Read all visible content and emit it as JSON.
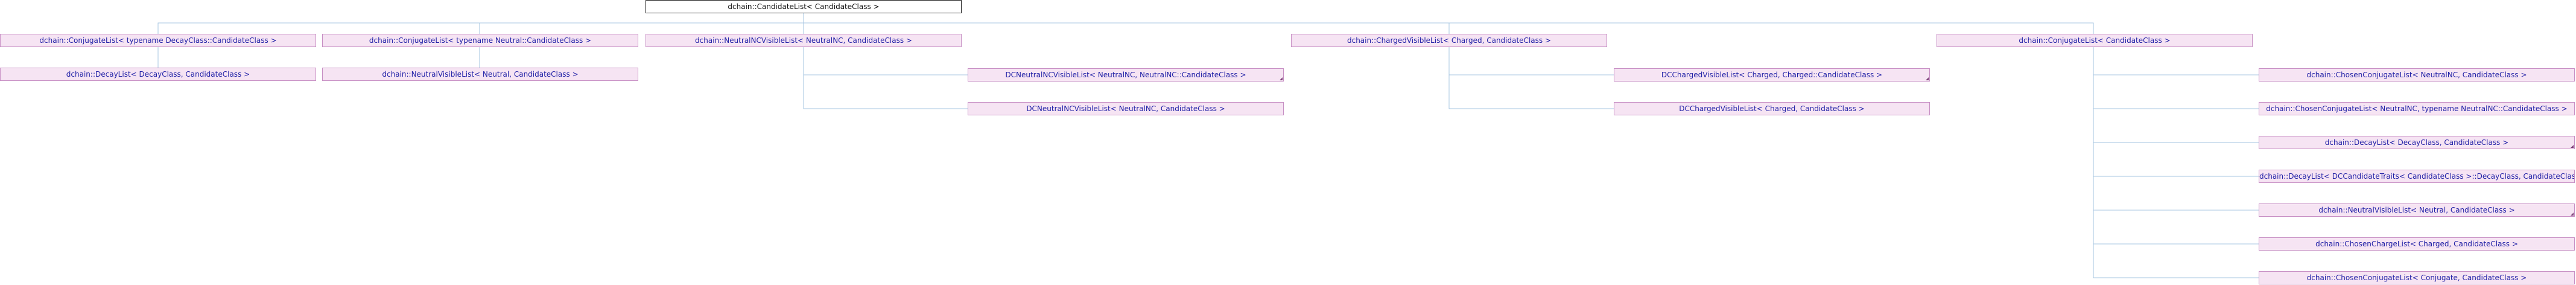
{
  "diagram": {
    "root": "dchain::CandidateList< CandidateClass >",
    "nodes": {
      "conj_decay": "dchain::ConjugateList< typename DecayClass::CandidateClass >",
      "decay": "dchain::DecayList< DecayClass, CandidateClass >",
      "conj_neutral": "dchain::ConjugateList< typename Neutral::CandidateClass >",
      "neutral_visible": "dchain::NeutralVisibleList< Neutral, CandidateClass >",
      "neutralnc_visible": "dchain::NeutralNCVisibleList< NeutralNC, CandidateClass >",
      "dc_neutralnc_visible_cc": "DCNeutralNCVisibleList< NeutralNC, NeutralNC::CandidateClass >",
      "dc_neutralnc_visible": "DCNeutralNCVisibleList< NeutralNC, CandidateClass >",
      "charged_visible": "dchain::ChargedVisibleList< Charged, CandidateClass >",
      "dc_charged_visible_cc": "DCChargedVisibleList< Charged, Charged::CandidateClass >",
      "dc_charged_visible": "DCChargedVisibleList< Charged, CandidateClass >",
      "conjugate": "dchain::ConjugateList< CandidateClass >",
      "chosen_conj_neutralnc": "dchain::ChosenConjugateList< NeutralNC, CandidateClass >",
      "chosen_conj_neutralnc_tn": "dchain::ChosenConjugateList< NeutralNC, typename NeutralNC::CandidateClass >",
      "decay_right": "dchain::DecayList< DecayClass, CandidateClass >",
      "decay_traits": "dchain::DecayList< DCCandidateTraits< CandidateClass >::DecayClass, CandidateClass >",
      "neutral_visible_right": "dchain::NeutralVisibleList< Neutral, CandidateClass >",
      "chosen_charge": "dchain::ChosenChargeList< Charged, CandidateClass >",
      "chosen_conj_conjugate": "dchain::ChosenConjugateList< Conjugate, CandidateClass >"
    }
  },
  "colors": {
    "node_fill": "#f6e4f3",
    "node_border": "#c78fc4",
    "node_text": "#1f1fa6",
    "edge": "#a6c4e0",
    "root_border": "#222222"
  }
}
